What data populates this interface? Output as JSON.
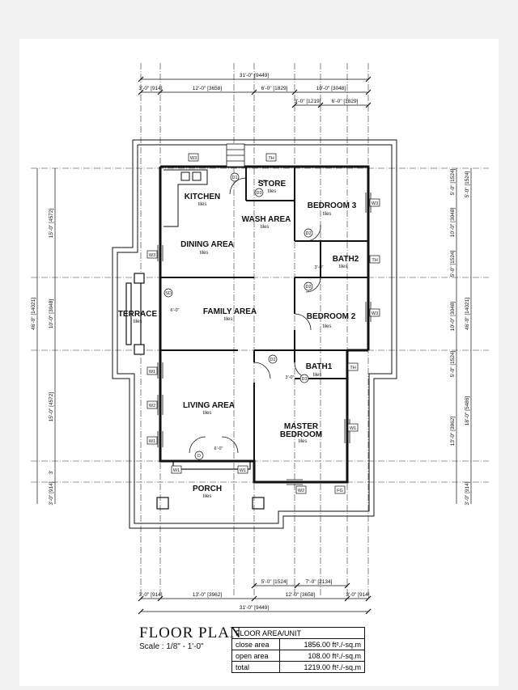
{
  "dims_top": {
    "overall": "31'-0\" [9449]",
    "row1": [
      "3'-0\" [914]",
      "12'-0\" [3658]",
      "6'-0\" [1829]",
      "10'-0\" [3048]"
    ],
    "row2": [
      "3'-0\" [1219]",
      "6'-0\" [1829]"
    ]
  },
  "dims_bottom": {
    "row1": [
      "5'-0\" [1524]",
      "7'-0\" [2134]"
    ],
    "row2": [
      "3'-0\" [914]",
      "13'-0\" [3962]",
      "12'-0\" [3658]",
      "3'-0\" [914]"
    ],
    "overall": "31'-0\" [9449]"
  },
  "dims_left": {
    "overall": "46'-0\" [14021]",
    "parts": [
      "15'-0\" [4572]",
      "10'-0\" [3048]",
      "15'-0\" [4572]",
      "3'",
      "3'-0\" [914]"
    ]
  },
  "dims_right": {
    "overall": "46'-0\" [14021]",
    "parts": [
      "5'-0\" [1524]",
      "10'-0\" [3048]",
      "5'-0\" [1524]",
      "5'-0\" [1524]",
      "10'-0\" [3048]",
      "5'-0\" [1524]",
      "18'-0\" [5486]",
      "13'-0\" [3962]",
      "3'-0\" [914]"
    ]
  },
  "rooms": {
    "kitchen": {
      "name": "KITCHEN",
      "finish": "tiles"
    },
    "store": {
      "name": "STORE",
      "finish": "tiles"
    },
    "wash": {
      "name": "WASH AREA",
      "finish": "tiles"
    },
    "bedroom3": {
      "name": "BEDROOM 3",
      "finish": "tiles"
    },
    "dining": {
      "name": "DINING AREA",
      "finish": "tiles"
    },
    "bath2": {
      "name": "BATH2",
      "finish": "tiles"
    },
    "terrace": {
      "name": "TERRACE",
      "finish": "tiles"
    },
    "family": {
      "name": "FAMILY AREA",
      "finish": "tiles"
    },
    "bedroom2": {
      "name": "BEDROOM 2",
      "finish": "tiles"
    },
    "bath1": {
      "name": "BATH1",
      "finish": "tiles"
    },
    "living": {
      "name": "LIVING AREA",
      "finish": "tiles"
    },
    "master": {
      "name": "MASTER BEDROOM",
      "name_line1": "MASTER",
      "name_line2": "BEDROOM",
      "finish": "tiles"
    },
    "porch": {
      "name": "PORCH",
      "finish": "tiles"
    }
  },
  "tags": {
    "w1": "W1",
    "w2": "W2",
    "w3": "W3",
    "th": "TH",
    "sd": "SD",
    "fg": "FG",
    "d": "D",
    "d1": "D1",
    "d2": "D2",
    "d3": "D3",
    "door_3ft": "3'-0\"",
    "door_6ft": "6'-0\""
  },
  "title_block": {
    "title": "FLOOR PLAN",
    "scale": "Scale : 1/8\" - 1'-0\"",
    "table_header": "FLOOR AREA/UNIT",
    "rows": [
      {
        "label": "close area",
        "value": "1856.00 ft²./-sq.m"
      },
      {
        "label": "open area",
        "value": "108.00 ft²./-sq.m"
      },
      {
        "label": "total",
        "value": "1219.00 ft²./-sq.m"
      }
    ]
  }
}
